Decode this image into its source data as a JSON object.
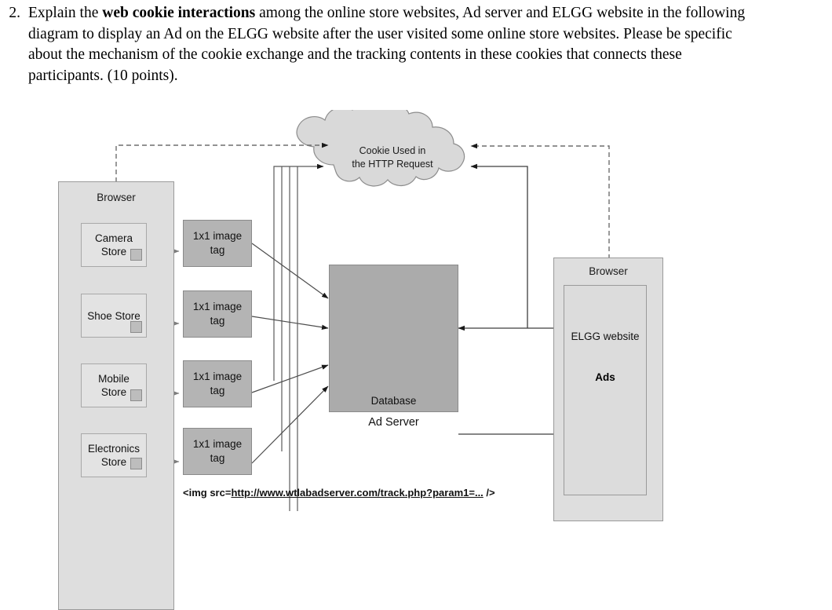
{
  "question": {
    "number": "2.",
    "segments": [
      {
        "text": "Explain the ",
        "bold": false
      },
      {
        "text": "web cookie interactions",
        "bold": true
      },
      {
        "text": " among the online store websites, Ad server and ELGG website in the following diagram to display an Ad on the ELGG website after the user visited some online store websites. Please be specific about the mechanism of the cookie exchange and the tracking contents in these cookies that connects these participants. (10 points).",
        "bold": false
      }
    ],
    "full_text": "Explain the web cookie interactions among the online store websites, Ad server and ELGG website in the following diagram to display an Ad on the ELGG website after the user visited some online store websites. Please be specific about the mechanism of the cookie exchange and the tracking contents in these cookies that connects these participants. (10 points)."
  },
  "diagram": {
    "cloud": {
      "line1": "Cookie Used in",
      "line2": "the HTTP Request"
    },
    "left_browser": {
      "title": "Browser",
      "stores": [
        {
          "line1": "Camera",
          "line2": "Store",
          "image_tag_line1": "1x1 image",
          "image_tag_line2": "tag"
        },
        {
          "line1": "Shoe Store",
          "line2": "",
          "image_tag_line1": "1x1 image",
          "image_tag_line2": "tag"
        },
        {
          "line1": "Mobile",
          "line2": "Store",
          "image_tag_line1": "1x1 image",
          "image_tag_line2": "tag"
        },
        {
          "line1": "Electronics",
          "line2": "Store",
          "image_tag_line1": "1x1 image",
          "image_tag_line2": "tag"
        }
      ]
    },
    "ad_server": {
      "database_label": "Database",
      "caption": "Ad Server"
    },
    "right_browser": {
      "title": "Browser",
      "website_label": "ELGG website",
      "ads_label": "Ads"
    },
    "img_src_caption": {
      "prefix": "<img src=",
      "url": "http://www.wtlabadserver.com/track.php?param1=...",
      "suffix": " />"
    },
    "colors": {
      "panel_fill": "#dedede",
      "panel_stroke": "#9a9a9a",
      "store_fill": "#e3e3e3",
      "imgtag_fill": "#b4b4b4",
      "adserver_fill": "#ababab",
      "cylinder_fill": "#808080",
      "cloud_fill": "#d9d9d9",
      "arrow_stroke": "#444444"
    }
  }
}
